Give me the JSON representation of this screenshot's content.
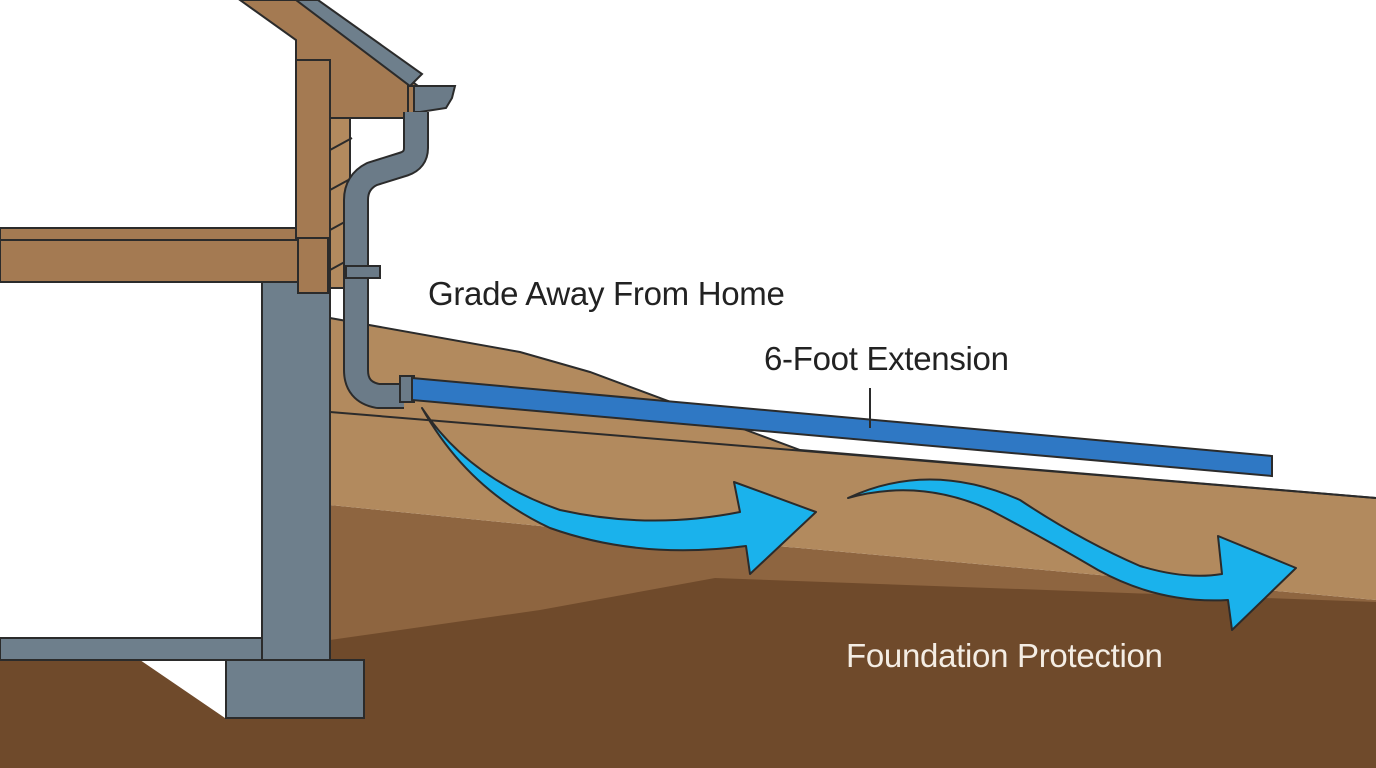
{
  "labels": {
    "grade": "Grade Away From Home",
    "extension": "6-Foot Extension",
    "foundation": "Foundation Protection"
  },
  "colors": {
    "background": "#ffffff",
    "wood": "#a47a52",
    "foundation": "#6e7f8c",
    "downspout": "#6b7b88",
    "extension_pipe": "#2f78c4",
    "water_arrows": "#1ab2ec",
    "soil_light": "#b28a5e",
    "soil_mid": "#8e6540",
    "soil_dark": "#6f4a2b",
    "outline": "#2b2b2b",
    "label_dark": "#222222",
    "label_light": "#f4ede4"
  },
  "icons": {
    "water_flow": "curved-arrow-icon",
    "downspout": "downspout-icon"
  }
}
